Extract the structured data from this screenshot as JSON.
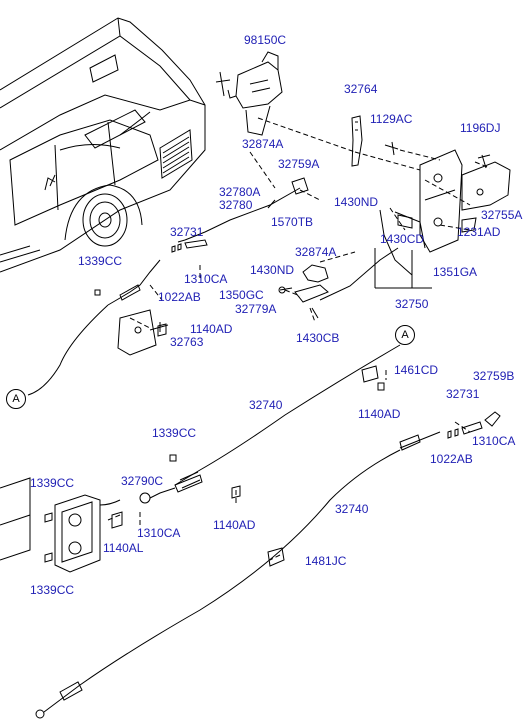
{
  "callout_letter": "A",
  "labels": {
    "p98150C": "98150C",
    "p32764": "32764",
    "p1129AC": "1129AC",
    "p1196DJ": "1196DJ",
    "p32874A_top": "32874A",
    "p32759A": "32759A",
    "p32780A": "32780A",
    "p32780": "32780",
    "p1430ND_top": "1430ND",
    "p32755A": "32755A",
    "p1570TB": "1570TB",
    "p1231AD": "1231AD",
    "p1430CD": "1430CD",
    "p32731_top": "32731",
    "p1339CC_top": "1339CC",
    "p1310CA_top": "1310CA",
    "p1022AB_top": "1022AB",
    "p32874A_mid": "32874A",
    "p1430ND_mid": "1430ND",
    "p1351GA": "1351GA",
    "p1350GC": "1350GC",
    "p32779A": "32779A",
    "p32750": "32750",
    "p1140AD_top": "1140AD",
    "p32763": "32763",
    "p1430CB": "1430CB",
    "p1461CD": "1461CD",
    "p32759B": "32759B",
    "p32740_top": "32740",
    "p1140AD_mid": "1140AD",
    "p32731_bot": "32731",
    "p1339CC_mid": "1339CC",
    "p1310CA_right": "1310CA",
    "p1022AB_bot": "1022AB",
    "p1339CC_left": "1339CC",
    "p32790C": "32790C",
    "p32740_mid": "32740",
    "p1140AD_bot": "1140AD",
    "p1310CA_bot": "1310CA",
    "p1140AL": "1140AL",
    "p1481JC": "1481JC",
    "p1339CC_bot": "1339CC"
  }
}
